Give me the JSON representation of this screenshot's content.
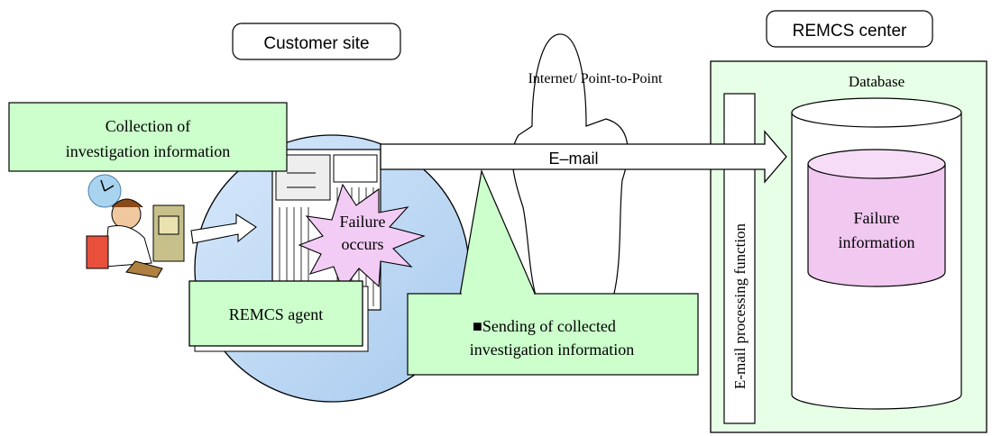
{
  "labels": {
    "customer_site": "Customer site",
    "remcs_center": "REMCS center",
    "network": "Internet/ Point-to-Point",
    "database": "Database",
    "collection_line1": "Collection of",
    "collection_line2": "investigation information",
    "email": "E–mail",
    "failure_occurs_line1": "Failure",
    "failure_occurs_line2": "occurs",
    "remcs_agent": "REMCS agent",
    "sending_bullet": "■",
    "sending_line1": "Sending of collected",
    "sending_line2": "investigation information",
    "email_processing": "E-mail processing function",
    "failure_info_line1": "Failure",
    "failure_info_line2": "information"
  },
  "colors": {
    "callout_fill": "#ccffcc",
    "center_fill": "#e6ffe6",
    "globe_fill": "#bcd8f5",
    "burst_fill": "#f2ccf5",
    "db_inner_fill": "#f0c8f0",
    "outline": "#000000"
  },
  "icons": {
    "person": "person-at-computer-icon",
    "clock": "clock-icon",
    "server": "server-rack-icon"
  }
}
